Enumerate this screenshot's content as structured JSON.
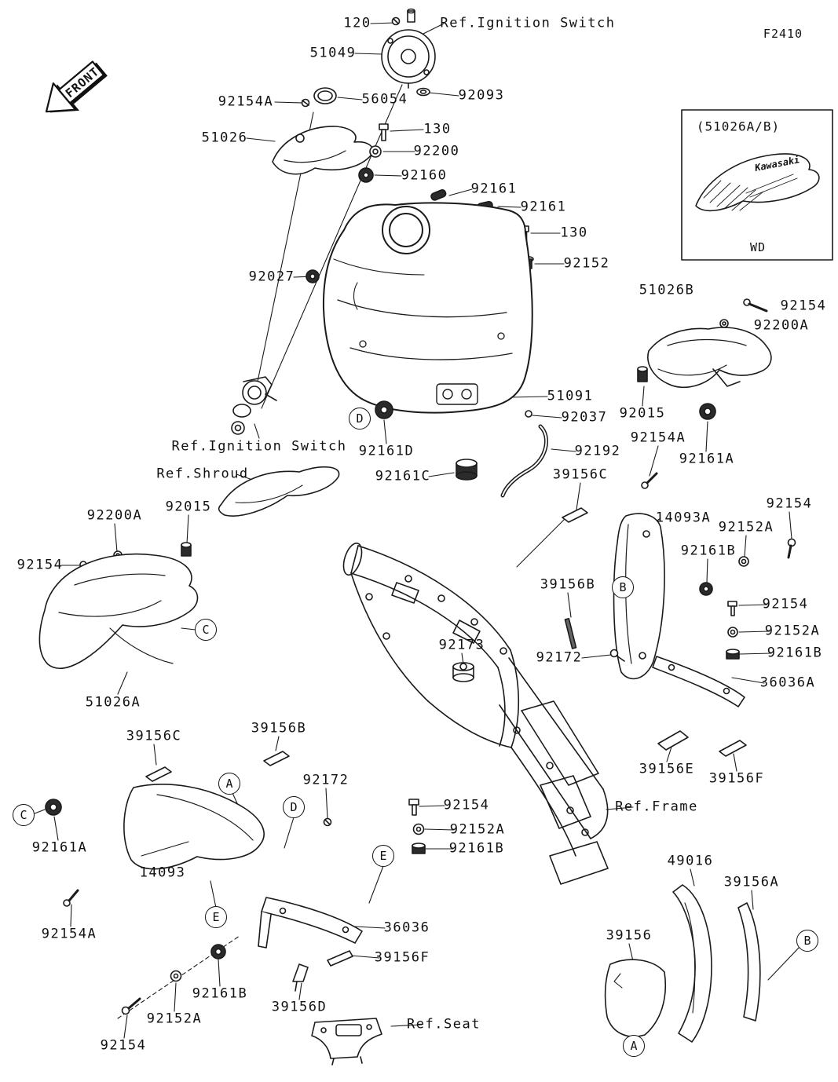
{
  "diagram": {
    "code": "F2410",
    "front_label": "FRONT",
    "inset": {
      "title": "(51026A/B)",
      "brand": "Kawasaki",
      "caption": "WD"
    }
  },
  "part_labels": [
    "120",
    "Ref.Ignition Switch",
    "51049",
    "92154A",
    "56054",
    "92093",
    "51026",
    "130",
    "92200",
    "92160",
    "92161",
    "92161",
    "130",
    "92152",
    "51026B",
    "92154",
    "92200A",
    "92027",
    "51091",
    "92037",
    "92015",
    "92154A",
    "92161A",
    "92192",
    "Ref.Ignition Switch",
    "92161D",
    "Ref.Shroud",
    "92161C",
    "39156C",
    "92015",
    "92200A",
    "92154",
    "14093A",
    "92154",
    "92152A",
    "92161B",
    "39156B",
    "92154",
    "92152A",
    "92161B",
    "36036A",
    "92173",
    "92172",
    "51026A",
    "39156C",
    "39156B",
    "39156E",
    "39156F",
    "92172",
    "92161A",
    "92154",
    "92152A",
    "92161B",
    "Ref.Frame",
    "14093",
    "92154A",
    "36036",
    "39156F",
    "49016",
    "39156A",
    "39156",
    "92161B",
    "92152A",
    "39156D",
    "Ref.Seat",
    "92154"
  ],
  "callouts": [
    "D",
    "B",
    "C",
    "A",
    "D",
    "C",
    "E",
    "E",
    "B",
    "A"
  ]
}
